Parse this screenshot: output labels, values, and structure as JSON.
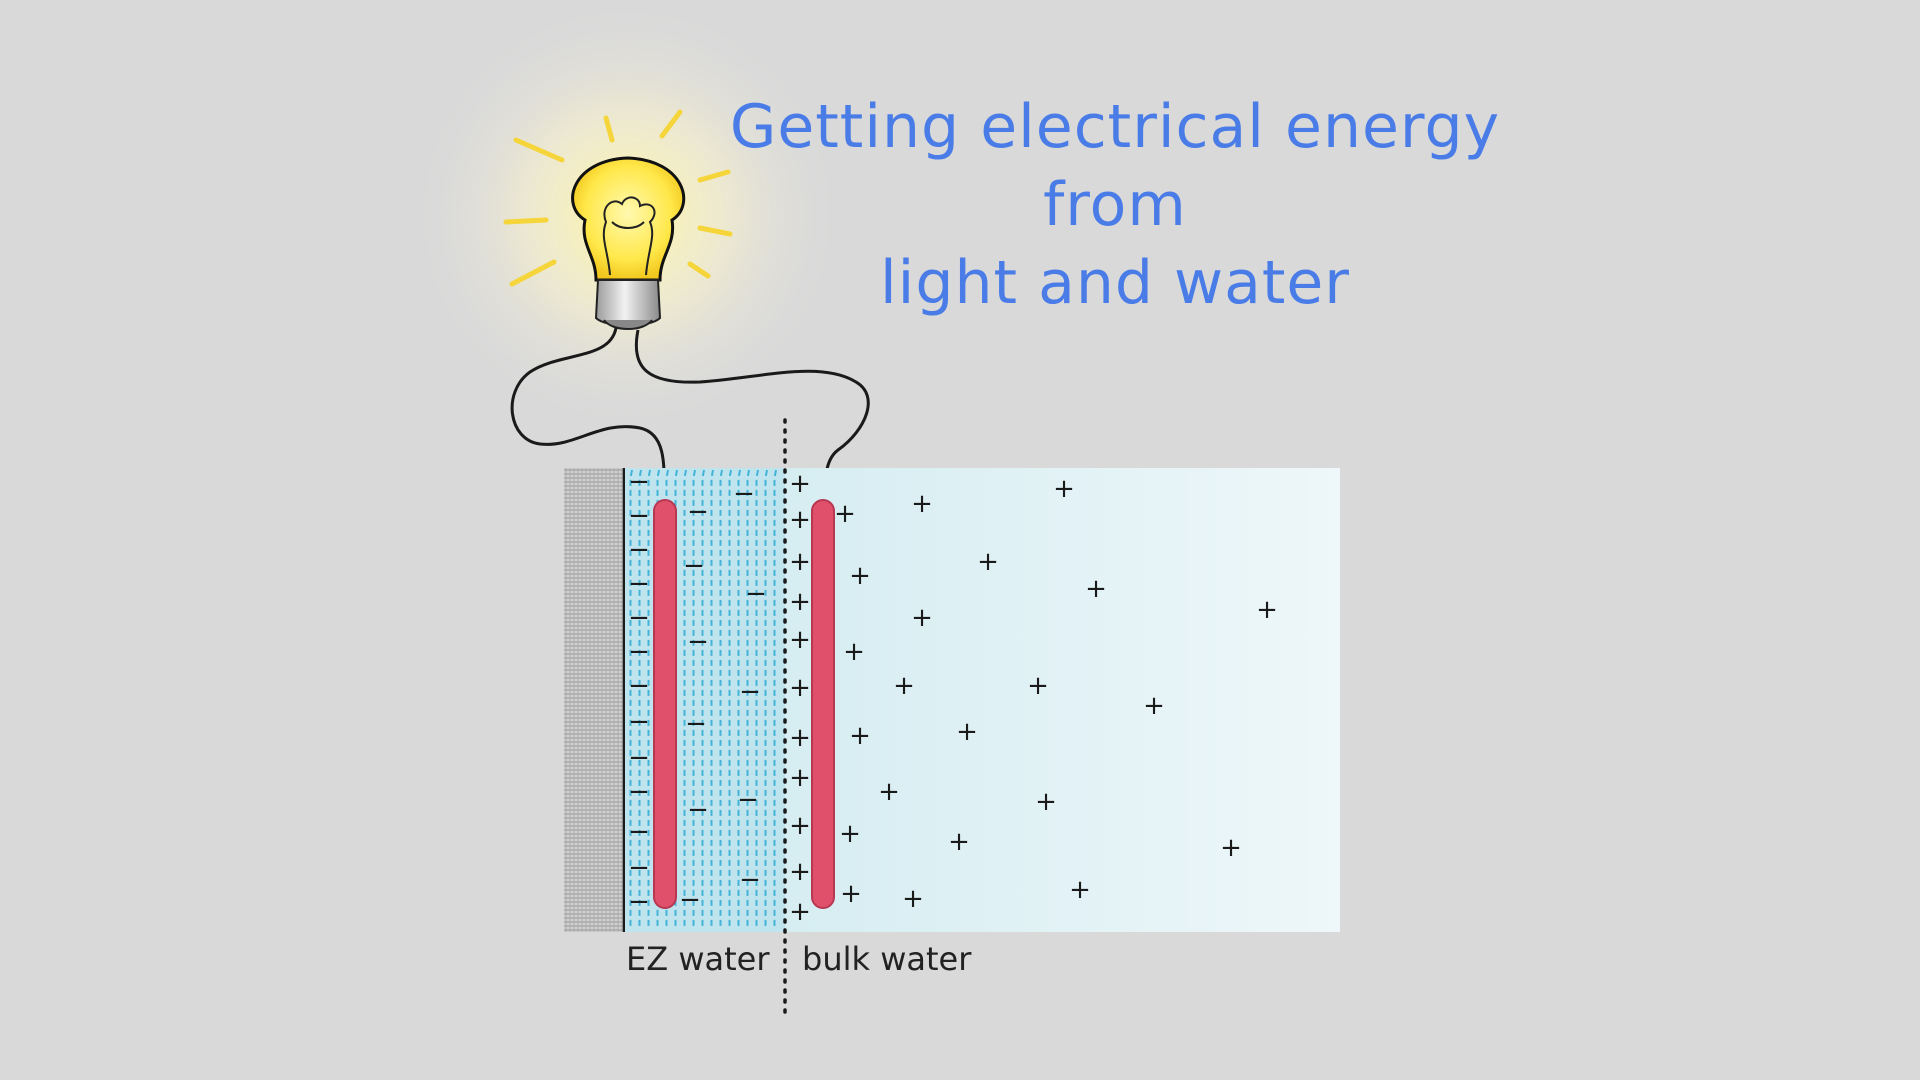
{
  "title": {
    "line1": "Getting electrical energy",
    "line2": "from",
    "line3": "light and water"
  },
  "labels": {
    "ez_water": "EZ water",
    "bulk_water": "bulk water"
  },
  "colors": {
    "background": "#d9d9d9",
    "title": "#4a7ce8",
    "electrode": "#e0506a",
    "bulb_glow": "#fff26e",
    "ez_stripes": "#1aa3d0",
    "bulk_water": "#d8eef3"
  },
  "charges": {
    "negative_symbol": "−",
    "positive_symbol": "+"
  }
}
